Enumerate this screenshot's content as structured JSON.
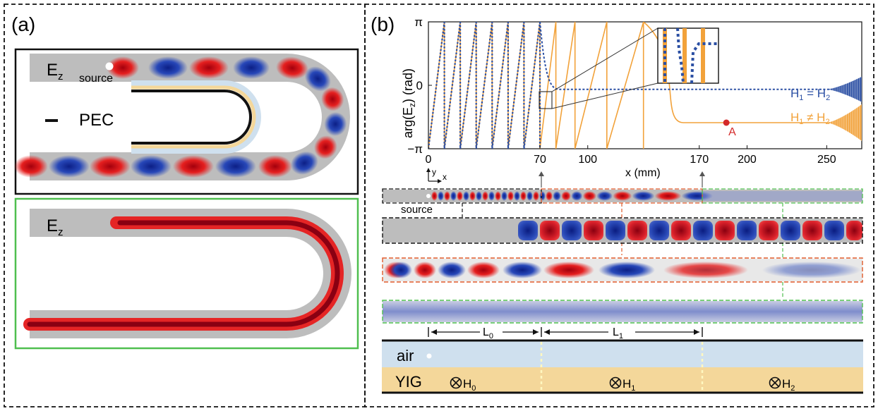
{
  "panel_a": {
    "label": "(a)",
    "top": {
      "field_label": "E",
      "field_sub": "z",
      "source_label": "source",
      "legend_label": "PEC"
    },
    "bottom": {
      "field_label": "E",
      "field_sub": "z"
    }
  },
  "panel_b": {
    "label": "(b)",
    "chart_data": {
      "type": "line",
      "xlabel": "x (mm)",
      "ylabel": "arg(E_z) (rad)",
      "xlim": [
        0,
        272
      ],
      "ylim": [
        -3.1416,
        3.1416
      ],
      "x_ticks": [
        "0",
        "70",
        "100",
        "170",
        "200",
        "250"
      ],
      "x_tick_values": [
        0,
        70,
        100,
        170,
        200,
        250
      ],
      "y_ticks": [
        "π",
        "0",
        "−π"
      ],
      "y_tick_values": [
        3.1416,
        0,
        -3.1416
      ],
      "series": [
        {
          "name": "H1 = H2",
          "color": "#2b4fa3",
          "style": "dotted",
          "wrap_x": [
            10,
            20,
            30,
            40,
            50,
            60,
            70
          ],
          "flat_y": -0.2
        },
        {
          "name": "H1 ≠ H2",
          "color": "#f2a23a",
          "style": "solid",
          "wrap_x": [
            10,
            20,
            30,
            40,
            50,
            60,
            70,
            80,
            92,
            112,
            135
          ],
          "flat_y": -1.85
        }
      ],
      "annotations": [
        {
          "text": "A",
          "x": 187,
          "y": -1.85,
          "color": "#d42a2a"
        }
      ]
    },
    "legend": {
      "eq_h1": "H",
      "eq_s1": "1",
      "eq_mid": " = H",
      "eq_s2": "2",
      "neq_h1": "H",
      "neq_s1": "1",
      "neq_mid": " ≠ H",
      "neq_s2": "2"
    },
    "axes_inset": {
      "y": "y",
      "x": "x"
    },
    "source_label": "source",
    "dims": {
      "L0_main": "L",
      "L0_sub": "0",
      "L1_main": "L",
      "L1_sub": "1"
    },
    "layers": {
      "air": "air",
      "yig": "YIG"
    },
    "fields": {
      "h0_main": "H",
      "h0_sub": "0",
      "h1_main": "H",
      "h1_sub": "1",
      "h2_main": "H",
      "h2_sub": "2"
    },
    "colors": {
      "air": "#cfe0ee",
      "yig": "#f4d79a",
      "red": "#d81e1e",
      "blue": "#1f3c9c",
      "orange": "#f2a23a",
      "green": "#4fbf4f"
    }
  }
}
